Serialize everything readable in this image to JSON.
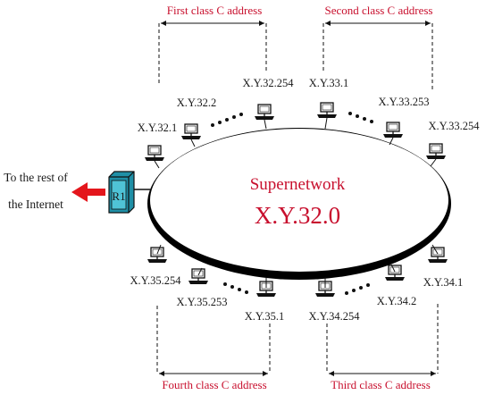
{
  "header_groups": {
    "first": "First class C address",
    "second": "Second class C address",
    "third": "Third class C address",
    "fourth": "Fourth class C address"
  },
  "network": {
    "name": "Supernetwork",
    "address": "X.Y.32.0"
  },
  "router": {
    "label": "R1"
  },
  "internet": {
    "line1": "To the rest of",
    "line2": "the Internet"
  },
  "hosts": {
    "h32_1": "X.Y.32.1",
    "h32_2": "X.Y.32.2",
    "h32_254": "X.Y.32.254",
    "h33_1": "X.Y.33.1",
    "h33_253": "X.Y.33.253",
    "h33_254": "X.Y.33.254",
    "h35_254": "X.Y.35.254",
    "h35_253": "X.Y.35.253",
    "h35_1": "X.Y.35.1",
    "h34_254": "X.Y.34.254",
    "h34_2": "X.Y.34.2",
    "h34_1": "X.Y.34.1"
  },
  "colors": {
    "accent_red": "#c8102e",
    "router_fill": "#1f8fa6",
    "line": "#1a1a1a"
  }
}
